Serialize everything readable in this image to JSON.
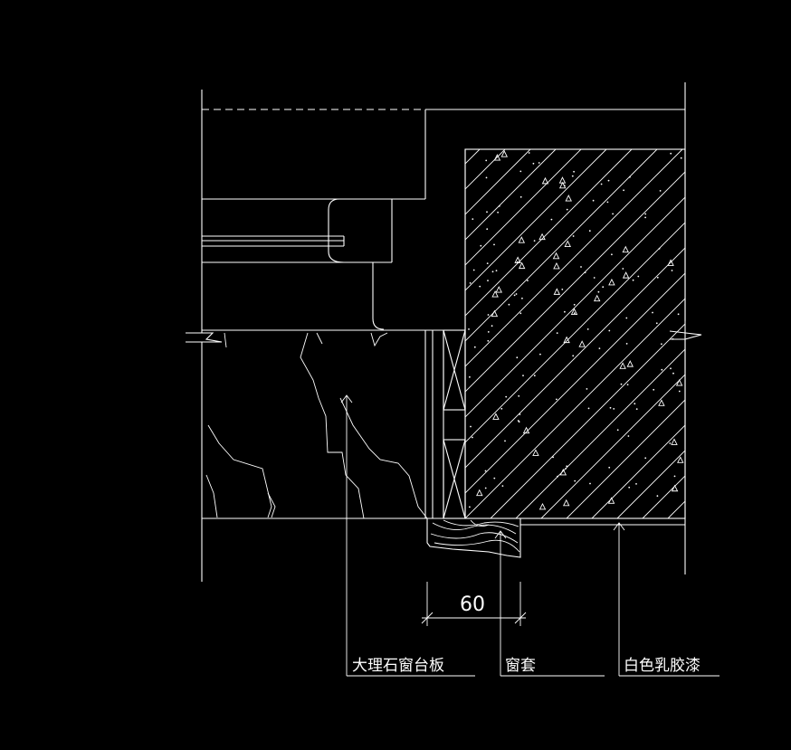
{
  "drawing": {
    "dimension": "60",
    "labels": {
      "marble_sill": "大理石窗台板",
      "window_casing": "窗套",
      "latex_paint": "白色乳胶漆"
    }
  },
  "colors": {
    "background": "#000000",
    "line": "#ffffff"
  }
}
